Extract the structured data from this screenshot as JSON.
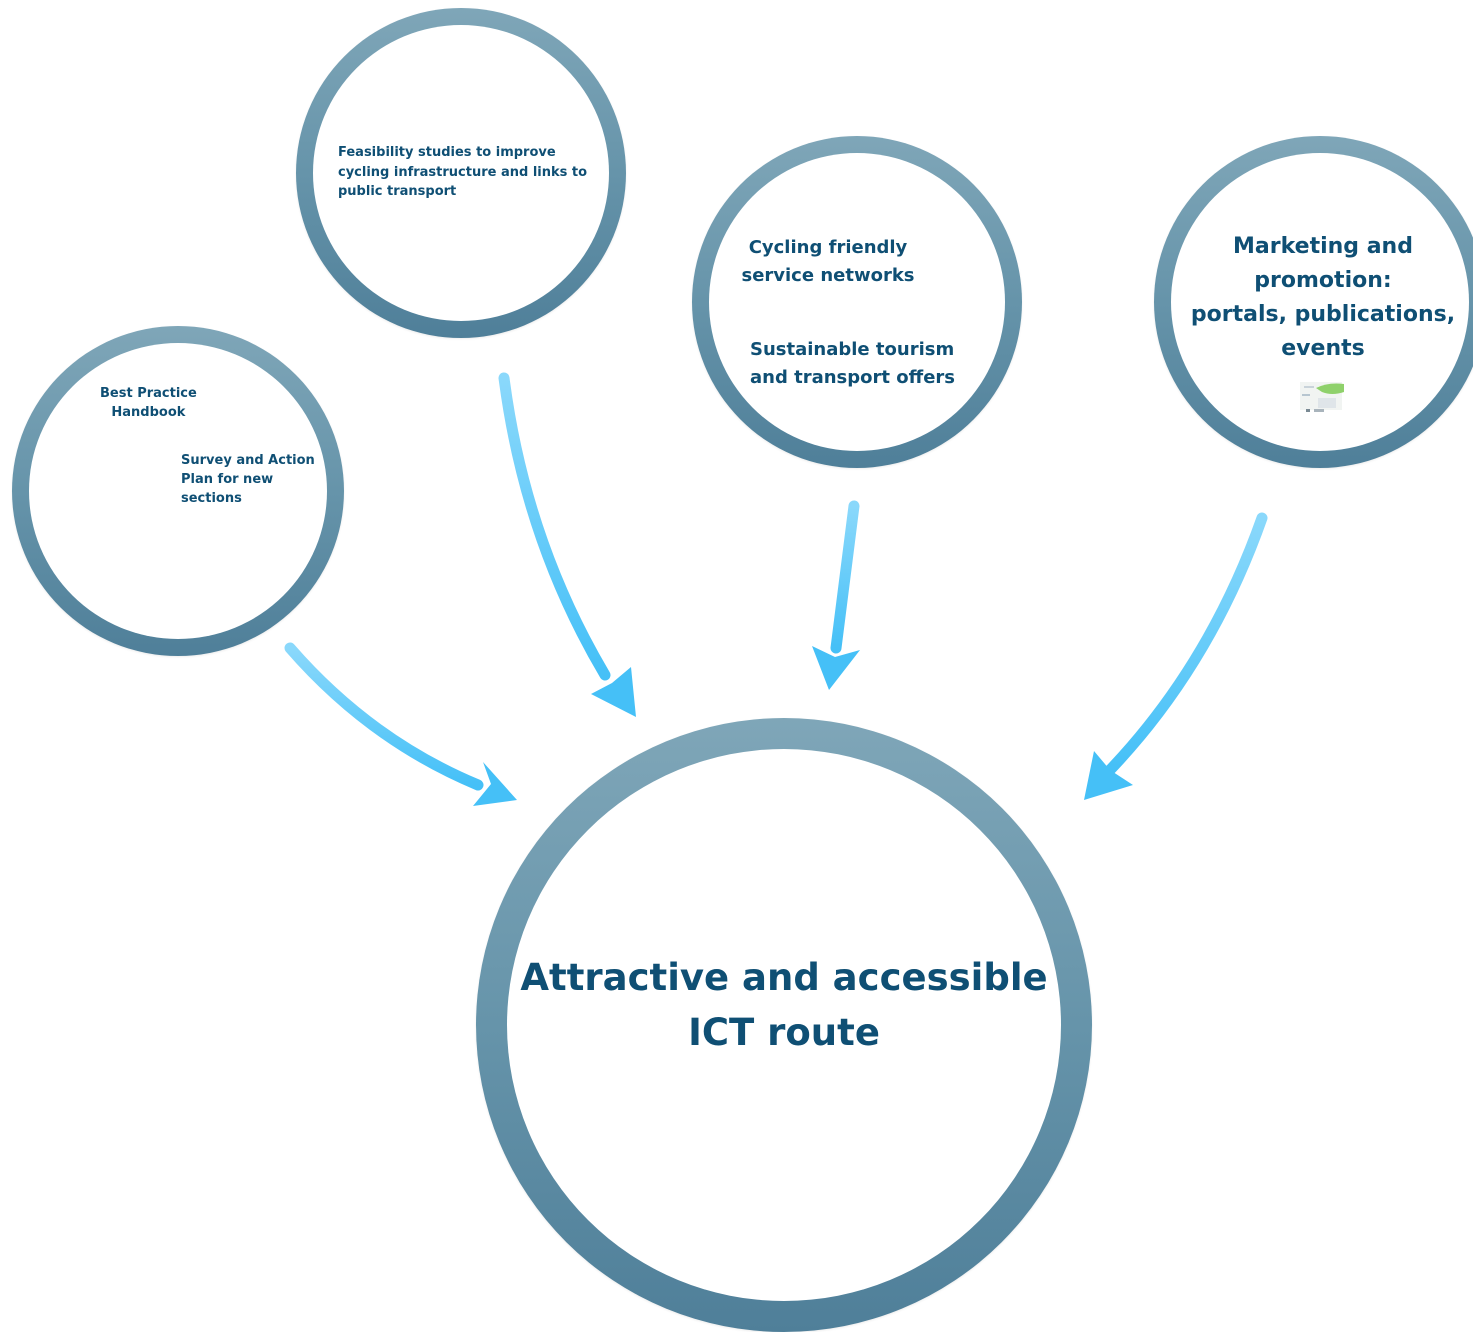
{
  "circles": {
    "handbook": {
      "line1": "Best Practice",
      "line2": "Handbook",
      "survey_line1": "Survey and Action",
      "survey_line2": "Plan for new",
      "survey_line3": "sections"
    },
    "feasibility": {
      "line1": "Feasibility studies to improve",
      "line2": "cycling infrastructure and links to",
      "line3": "public transport"
    },
    "cycling": {
      "line1": "Cycling friendly",
      "line2": "service networks",
      "line3": "Sustainable tourism",
      "line4": "and transport offers"
    },
    "marketing": {
      "line1": "Marketing and",
      "line2": "promotion:",
      "line3": "portals, publications,",
      "line4": "events"
    },
    "main": {
      "line1": "Attractive and accessible",
      "line2": "ICT route"
    }
  },
  "colors": {
    "text": "#0f4f74",
    "ring_top": "#7fa6b8",
    "ring_bottom": "#4f7f99",
    "arrow": "#4fc3f7"
  }
}
